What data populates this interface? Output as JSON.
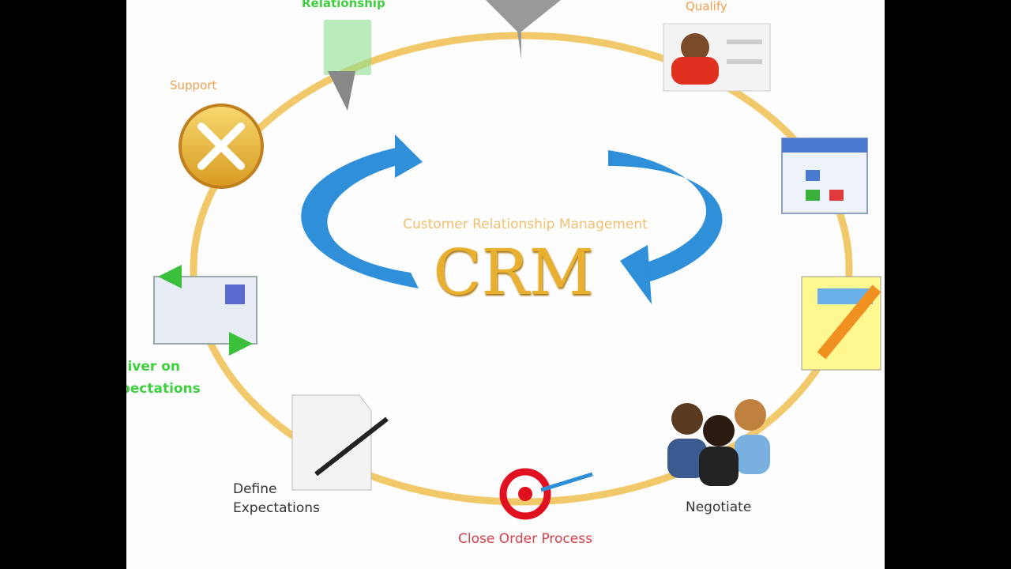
{
  "diagram": {
    "center": {
      "title": "CRM",
      "subtitle": "Customer Relationship Management"
    },
    "stages": [
      {
        "label": "Relationship",
        "icon": "network-icon"
      },
      {
        "label": "Qualify",
        "icon": "contact-card-icon"
      },
      {
        "label": "",
        "icon": "application-window-icon"
      },
      {
        "label": "",
        "icon": "notepad-pencil-icon"
      },
      {
        "label": "Negotiate",
        "icon": "people-group-icon"
      },
      {
        "label": "Close Order Process",
        "icon": "target-icon"
      },
      {
        "label": "Define Expectations",
        "icon": "document-pen-icon"
      },
      {
        "label": "Deliver on Expectations",
        "icon": "envelope-arrows-icon"
      },
      {
        "label": "Support",
        "icon": "tools-icon"
      }
    ],
    "colors": {
      "ring": "#f2c45a",
      "arrows": "#2f8fd8",
      "title": "#e9b030"
    }
  }
}
